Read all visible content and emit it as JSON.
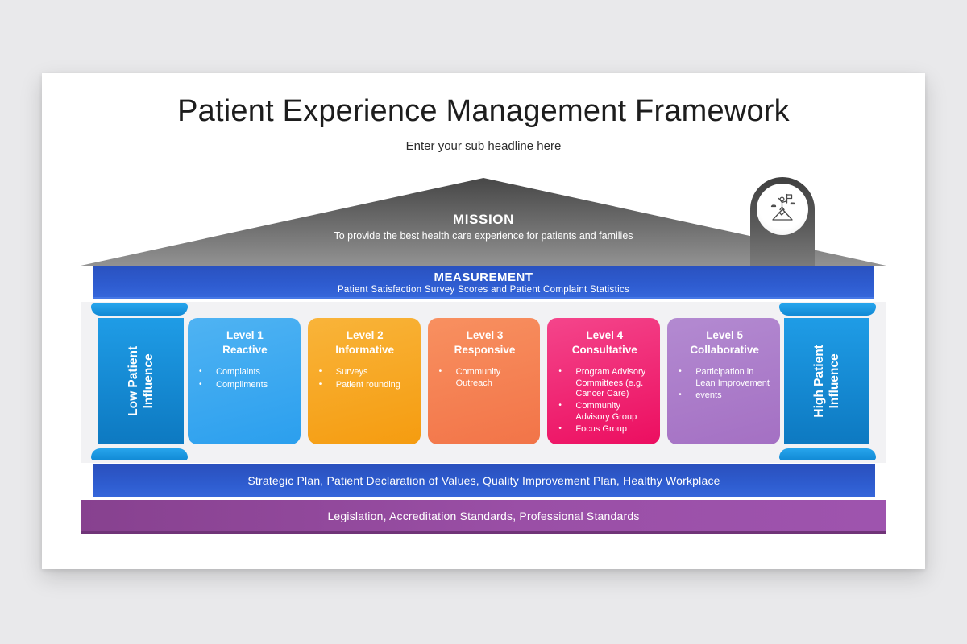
{
  "slide": {
    "title": "Patient Experience Management Framework",
    "subtitle": "Enter your sub headline here"
  },
  "roof": {
    "title": "MISSION",
    "subtitle": "To provide the best health care experience for patients and families",
    "icon": "achievement-flag-on-mountain-icon",
    "color_top": "#474747",
    "color_bottom": "#929292"
  },
  "measurement": {
    "title": "MEASUREMENT",
    "subtitle": "Patient Satisfaction Survey Scores and Patient Complaint Statistics",
    "color": "#2e5cd0"
  },
  "pillars": {
    "left": {
      "line1": "Low Patient",
      "line2": "Influence",
      "color": "#1793e0"
    },
    "right": {
      "line1": "High Patient",
      "line2": "Influence",
      "color": "#1793e0"
    }
  },
  "levels": [
    {
      "title_line1": "Level 1",
      "title_line2": "Reactive",
      "bullets": [
        "Complaints",
        "Compliments"
      ],
      "color_top": "#4fb3f3",
      "color_bottom": "#2b9fee"
    },
    {
      "title_line1": "Level 2",
      "title_line2": "Informative",
      "bullets": [
        "Surveys",
        "Patient rounding"
      ],
      "color_top": "#f9b43a",
      "color_bottom": "#f59c10"
    },
    {
      "title_line1": "Level 3",
      "title_line2": "Responsive",
      "bullets": [
        "Community Outreach"
      ],
      "color_top": "#f89060",
      "color_bottom": "#f27448"
    },
    {
      "title_line1": "Level 4",
      "title_line2": "Consultative",
      "bullets": [
        "Program Advisory Committees (e.g. Cancer Care)",
        "Community Advisory Group",
        "Focus Group"
      ],
      "color_top": "#f4458b",
      "color_bottom": "#ec0e60"
    },
    {
      "title_line1": "Level 5",
      "title_line2": "Collaborative",
      "bullets": [
        "Participation in Lean Improvement",
        "events"
      ],
      "color_top": "#b38ad1",
      "color_bottom": "#a470c3"
    }
  ],
  "foundation": {
    "strategy_bar": "Strategic Plan, Patient Declaration of Values, Quality Improvement Plan, Healthy Workplace",
    "base_bar": "Legislation, Accreditation Standards, Professional Standards",
    "strategy_color": "#2e5ccf",
    "base_color": "#9a4fa6"
  }
}
